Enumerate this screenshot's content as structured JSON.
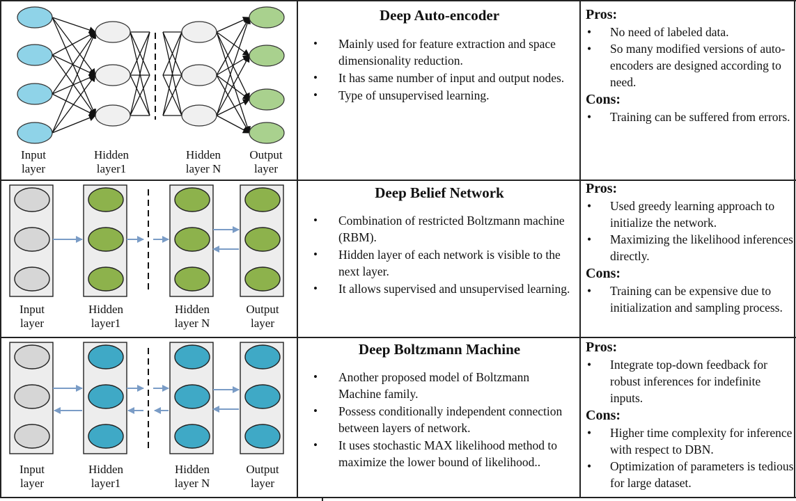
{
  "colors": {
    "ae_input": "#8fd3e8",
    "ae_hidden": "#f0f0f0",
    "ae_output": "#a9d18e",
    "gray_node": "#d6d6d6",
    "green_node": "#8db24c",
    "blue_node": "#3fa9c6",
    "arrow_blue": "#7a9cc6",
    "box_bg": "#ededed"
  },
  "labels": {
    "input": [
      "Input",
      "layer"
    ],
    "hidden1": [
      "Hidden",
      "layer1"
    ],
    "hiddenN": [
      "Hidden",
      "layer N"
    ],
    "output": [
      "Output",
      "layer"
    ]
  },
  "rows": [
    {
      "title": "Deep Auto-encoder",
      "points": [
        "Mainly used for feature extraction and space dimensionality reduction.",
        "It has same number of input and output nodes.",
        "Type of unsupervised learning."
      ],
      "pros_heading": "Pros:",
      "pros": [
        "No need of labeled data.",
        "So many modified versions of auto-encoders are designed according to need."
      ],
      "cons_heading": "Cons:",
      "cons": [
        "Training can be suffered from errors."
      ]
    },
    {
      "title": "Deep Belief Network",
      "points": [
        "Combination of restricted Boltzmann machine (RBM).",
        "Hidden layer of each network is visible to the next layer.",
        "It allows supervised and unsupervised learning."
      ],
      "pros_heading": "Pros:",
      "pros": [
        "Used greedy learning approach to initialize the network.",
        "Maximizing the likelihood inferences directly."
      ],
      "cons_heading": "Cons:",
      "cons": [
        "Training can be expensive due to initialization and sampling process."
      ]
    },
    {
      "title": "Deep Boltzmann Machine",
      "points": [
        "Another proposed model of Boltzmann Machine family.",
        "Possess conditionally independent connection between layers of network.",
        "It uses stochastic MAX likelihood method to maximize the lower bound of likelihood.."
      ],
      "pros_heading": "Pros:",
      "pros": [
        "Integrate top-down feedback for robust inferences for indefinite inputs."
      ],
      "cons_heading": "Cons:",
      "cons": [
        "Higher time complexity for inference with respect to DBN.",
        "Optimization of parameters is tedious for large dataset."
      ]
    }
  ]
}
